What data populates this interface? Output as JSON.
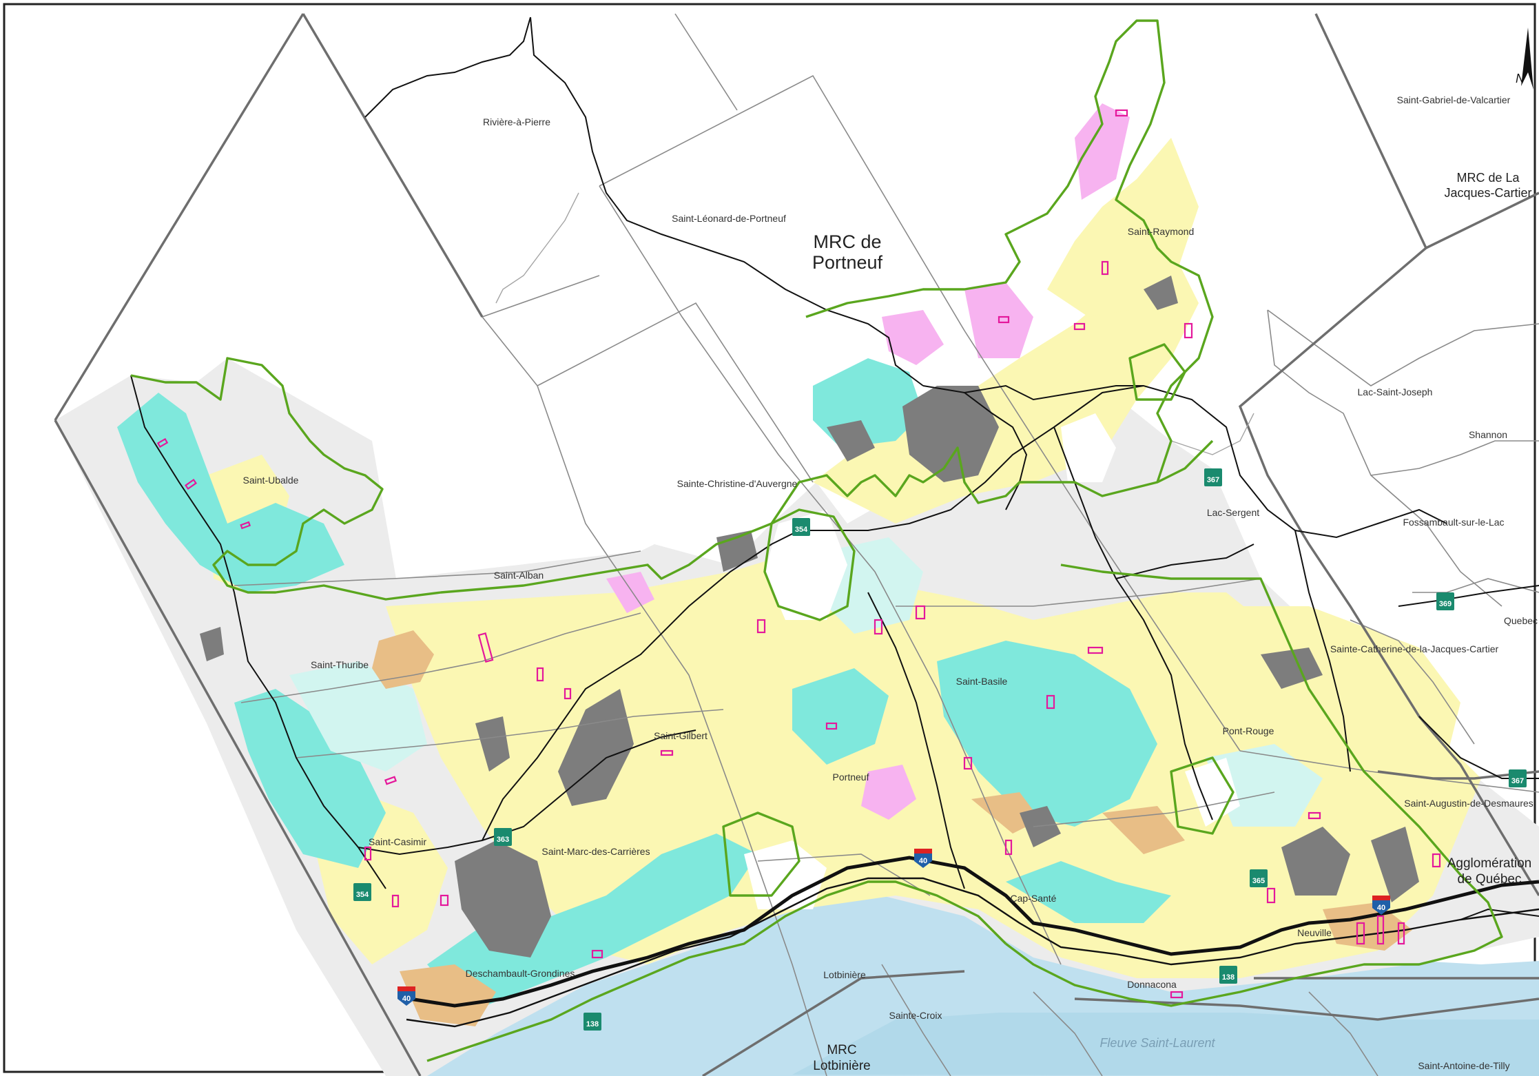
{
  "map": {
    "colors": {
      "water": "#bfe0ef",
      "zone_yellow": "#fbf7b3",
      "zone_cyan": "#7fe8dc",
      "zone_pale_cyan": "#d2f5f0",
      "zone_grey_dark": "#7d7d7d",
      "zone_grey_light": "#ececec",
      "zone_pink": "#f7b3f0",
      "zone_tan": "#e8be86",
      "outline_green": "#5aa61e",
      "parcel_magenta": "#e4189b",
      "route_black": "#000000",
      "route_shield": "#1a8a6e",
      "autoroute_shield": "#1f5fa8"
    },
    "north_arrow_icon": "north-arrow-icon",
    "municipalities": [
      "Rivière-à-Pierre",
      "Saint-Léonard-de-Portneuf",
      "Saint-Raymond",
      "Saint-Gabriel-de-Valcartier",
      "Saint-Ubalde",
      "Sainte-Christine-d'Auvergne",
      "Lac-Sergent",
      "Lac-Saint-Joseph",
      "Shannon",
      "Fossambault-sur-le-Lac",
      "Saint-Alban",
      "Saint-Thuribe",
      "Saint-Basile",
      "Sainte-Catherine-de-la-Jacques-Cartier",
      "Quebec",
      "Saint-Gilbert",
      "Pont-Rouge",
      "Portneuf",
      "Saint-Augustin-de-Desmaures",
      "Saint-Casimir",
      "Saint-Marc-des-Carrières",
      "Cap-Santé",
      "Neuville",
      "Deschambault-Grondines",
      "Donnacona",
      "Lotbinière",
      "Sainte-Croix",
      "Saint-Antoine-de-Tilly"
    ],
    "regions": {
      "mrc_portneuf_l1": "MRC de",
      "mrc_portneuf_l2": "Portneuf",
      "mrc_jc_l1": "MRC de La",
      "mrc_jc_l2": "Jacques-Cartier",
      "agglo_l1": "Agglomération",
      "agglo_l2": "de Québec",
      "mrc_lot_l1": "MRC",
      "mrc_lot_l2": "Lotbinière"
    },
    "river": "Fleuve Saint-Laurent",
    "route_shields": [
      "354",
      "367",
      "369",
      "363",
      "354",
      "365",
      "138",
      "138",
      "367"
    ],
    "autoroute_shields": [
      "40",
      "40",
      "40"
    ]
  }
}
